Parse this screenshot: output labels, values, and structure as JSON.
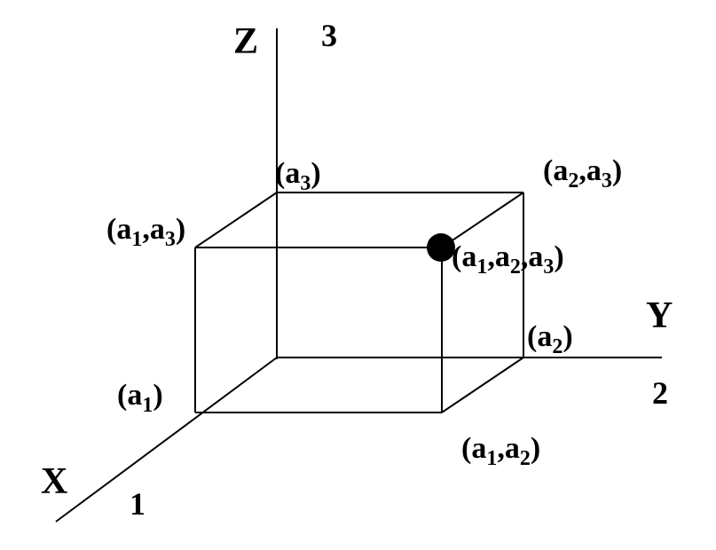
{
  "axes": {
    "x": {
      "letter": "X",
      "number": "1"
    },
    "y": {
      "letter": "Y",
      "number": "2"
    },
    "z": {
      "letter": "Z",
      "number": "3"
    }
  },
  "vertex_labels": {
    "a1": {
      "open": "(a",
      "sub1": "1",
      "close": ")"
    },
    "a2": {
      "open": "(a",
      "sub1": "2",
      "close": ")"
    },
    "a3": {
      "open": "(a",
      "sub1": "3",
      "close": ")"
    },
    "a1a2": {
      "open": "(a",
      "sub1": "1",
      "mid": ",a",
      "sub2": "2",
      "close": ")"
    },
    "a1a3": {
      "open": "(a",
      "sub1": "1",
      "mid": ",a",
      "sub2": "3",
      "close": ")"
    },
    "a2a3": {
      "open": "(a",
      "sub1": "2",
      "mid": ",a",
      "sub2": "3",
      "close": ")"
    },
    "a1a2a3": {
      "open": "(a",
      "sub1": "1",
      "mid": ",a",
      "sub2": "2",
      "mid2": ",a",
      "sub3": "3",
      "close": ")"
    }
  },
  "colors": {
    "ink": "#000000",
    "background": "#ffffff"
  }
}
